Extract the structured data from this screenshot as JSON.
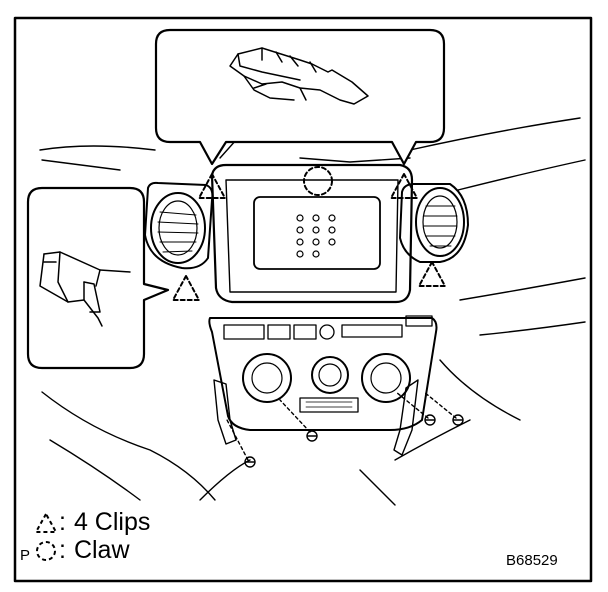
{
  "legend": {
    "items": [
      {
        "symbol": "triangle-clip-icon",
        "colon": ":",
        "text": "4 Clips"
      },
      {
        "symbol": "circle-claw-icon",
        "colon": ":",
        "text": "Claw"
      }
    ]
  },
  "footer": {
    "prefix_letter": "P",
    "figure_code": "B68529"
  },
  "colors": {
    "ink": "#000000",
    "paper": "#ffffff"
  }
}
